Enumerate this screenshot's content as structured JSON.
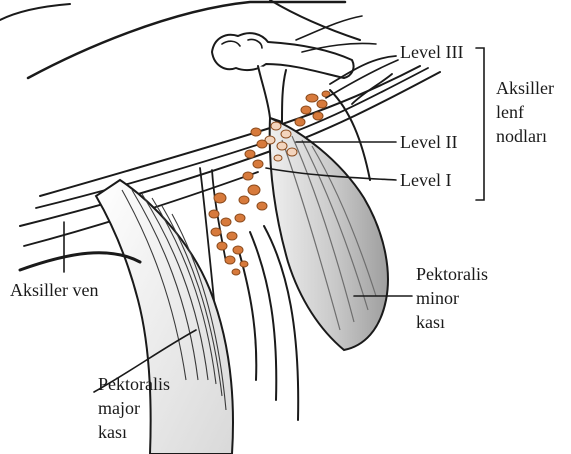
{
  "labels": {
    "level3": "Level III",
    "level2": "Level II",
    "level1": "Level I",
    "group": [
      "Aksiller",
      "lenf",
      "nodları"
    ],
    "axillary_vein": "Aksiller ven",
    "pec_minor": [
      "Pektoralis",
      "minor",
      "kası"
    ],
    "pec_major": [
      "Pektoralis",
      "major",
      "kası"
    ]
  },
  "colors": {
    "line": "#1a1a1a",
    "node_fill": "#d77a3c",
    "node_stroke": "#8a4a1c",
    "node_level2_fill": "#f3d4bd",
    "muscle_shade": "#bdbdbd",
    "muscle_shade_light": "#e6e6e6"
  }
}
